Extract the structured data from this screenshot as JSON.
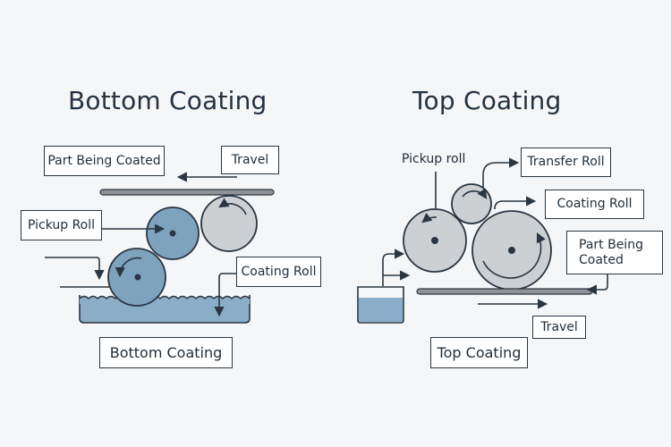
{
  "left_panel": {
    "title": "Bottom Coating",
    "labels": {
      "part": "Part Being Coated",
      "travel": "Travel",
      "pickup": "Pickup Roll",
      "coating_roll": "Coating Roll",
      "caption": "Bottom Coating"
    }
  },
  "right_panel": {
    "title": "Top Coating",
    "labels": {
      "pickup": "Pickup roll",
      "transfer": "Transfer Roll",
      "coating_roll": "Coating Roll",
      "part_line1": "Part Being",
      "part_line2": "Coated",
      "travel": "Travel",
      "caption": "Top Coating"
    }
  },
  "colors": {
    "background": "#f5f6f7",
    "stroke": "#2a3642",
    "blue_roll": "#7ea3bf",
    "gray_roll": "#cdd0d3",
    "liquid": "#8aadc8",
    "bar": "#8f9396"
  }
}
